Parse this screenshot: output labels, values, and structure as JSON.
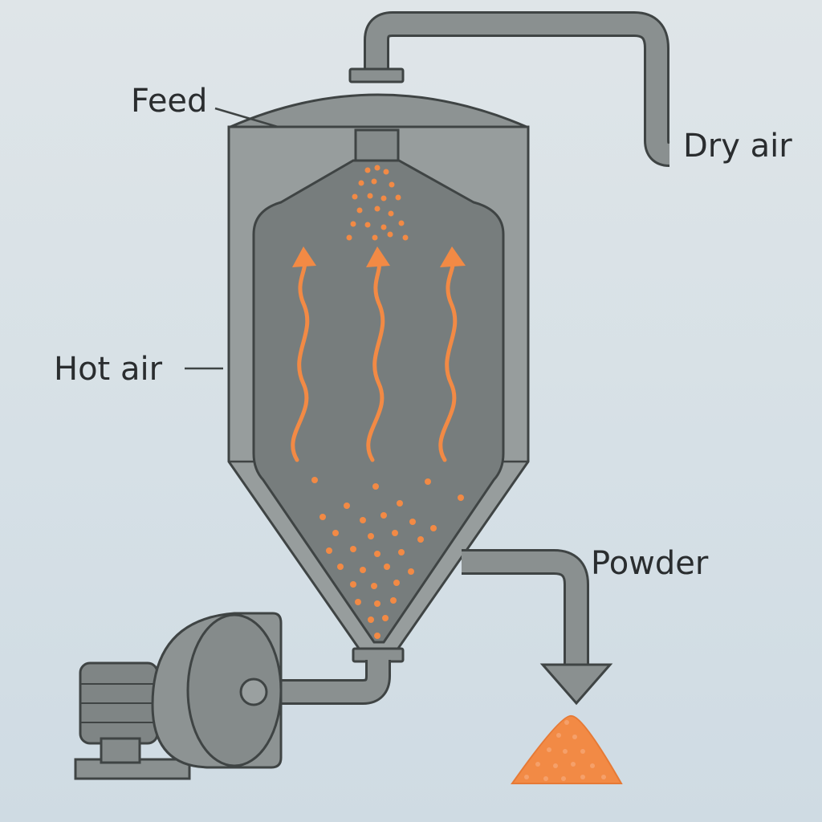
{
  "diagram": {
    "labels": {
      "feed": "Feed",
      "dry_air": "Dry air",
      "hot_air": "Hot air",
      "powder": "Powder"
    },
    "colors": {
      "metal": "#8a9090",
      "metal_dark": "#6b7171",
      "metal_light": "#9aa0a0",
      "chamber": "#777d7d",
      "outline": "#3f4444",
      "accent": "#f28a45",
      "background": "#dfe5e8"
    },
    "icons": [
      "fan-motor-icon",
      "arrow-down-icon",
      "hot-air-arrow-icon",
      "powder-pile-icon"
    ]
  }
}
